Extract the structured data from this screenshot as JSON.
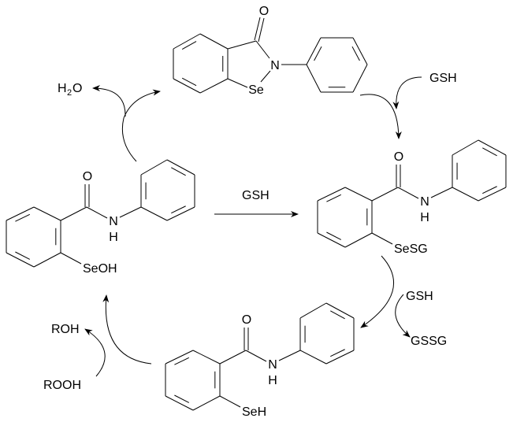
{
  "diagram": {
    "ebselen": {
      "o": "O",
      "n": "N",
      "se": "Se"
    },
    "selenenyl_sulfide": {
      "o": "O",
      "n": "N",
      "h": "H",
      "sub": "SeSG"
    },
    "selenenic_acid": {
      "o": "O",
      "n": "N",
      "h": "H",
      "sub": "SeOH"
    },
    "selenol": {
      "o": "O",
      "n": "N",
      "h": "H",
      "sub": "SeH"
    },
    "reagents": {
      "water_h": "H",
      "water_sub": "2",
      "water_o": "O",
      "gsh_top": "GSH",
      "gsh_middle": "GSH",
      "gsh_right": "GSH",
      "gssg": "GSSG",
      "roh": "ROH",
      "rooh": "ROOH"
    }
  }
}
